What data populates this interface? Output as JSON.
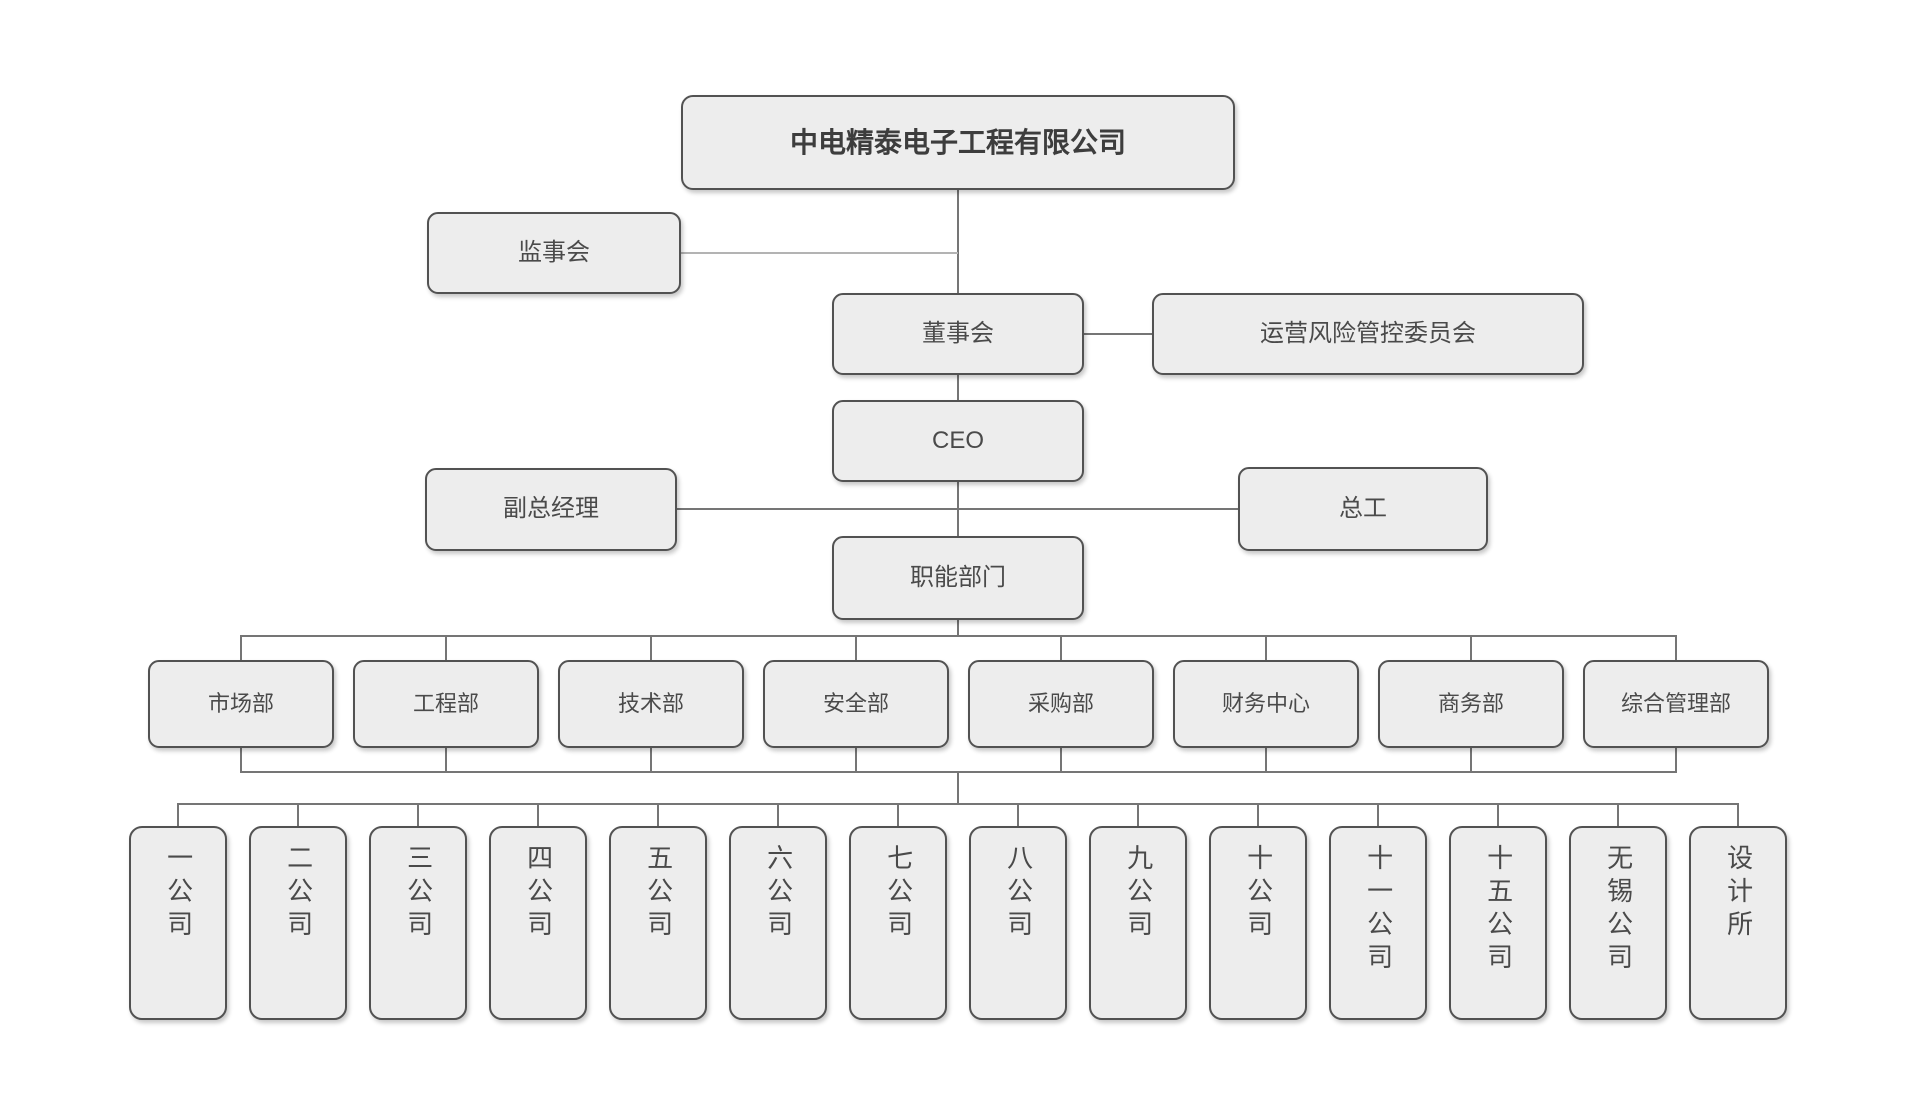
{
  "org_chart": {
    "title": "中电精泰电子工程有限公司",
    "supervisory_board": "监事会",
    "board_of_directors": "董事会",
    "risk_committee": "运营风险管控委员会",
    "ceo": "CEO",
    "deputy_general_manager": "副总经理",
    "chief_engineer": "总工",
    "functional_departments": "职能部门",
    "departments": [
      "市场部",
      "工程部",
      "技术部",
      "安全部",
      "采购部",
      "财务中心",
      "商务部",
      "综合管理部"
    ],
    "subsidiaries": [
      "一公司",
      "二公司",
      "三公司",
      "四公司",
      "五公司",
      "六公司",
      "七公司",
      "八公司",
      "九公司",
      "十公司",
      "十一公司",
      "十五公司",
      "无锡公司",
      "设计所"
    ],
    "colors": {
      "background": "#ffffff",
      "box_fill": "#ededed",
      "box_border": "#525252",
      "text": "#4a4a4a",
      "connector": "#757575",
      "connector_light": "#b3b3b3"
    }
  }
}
